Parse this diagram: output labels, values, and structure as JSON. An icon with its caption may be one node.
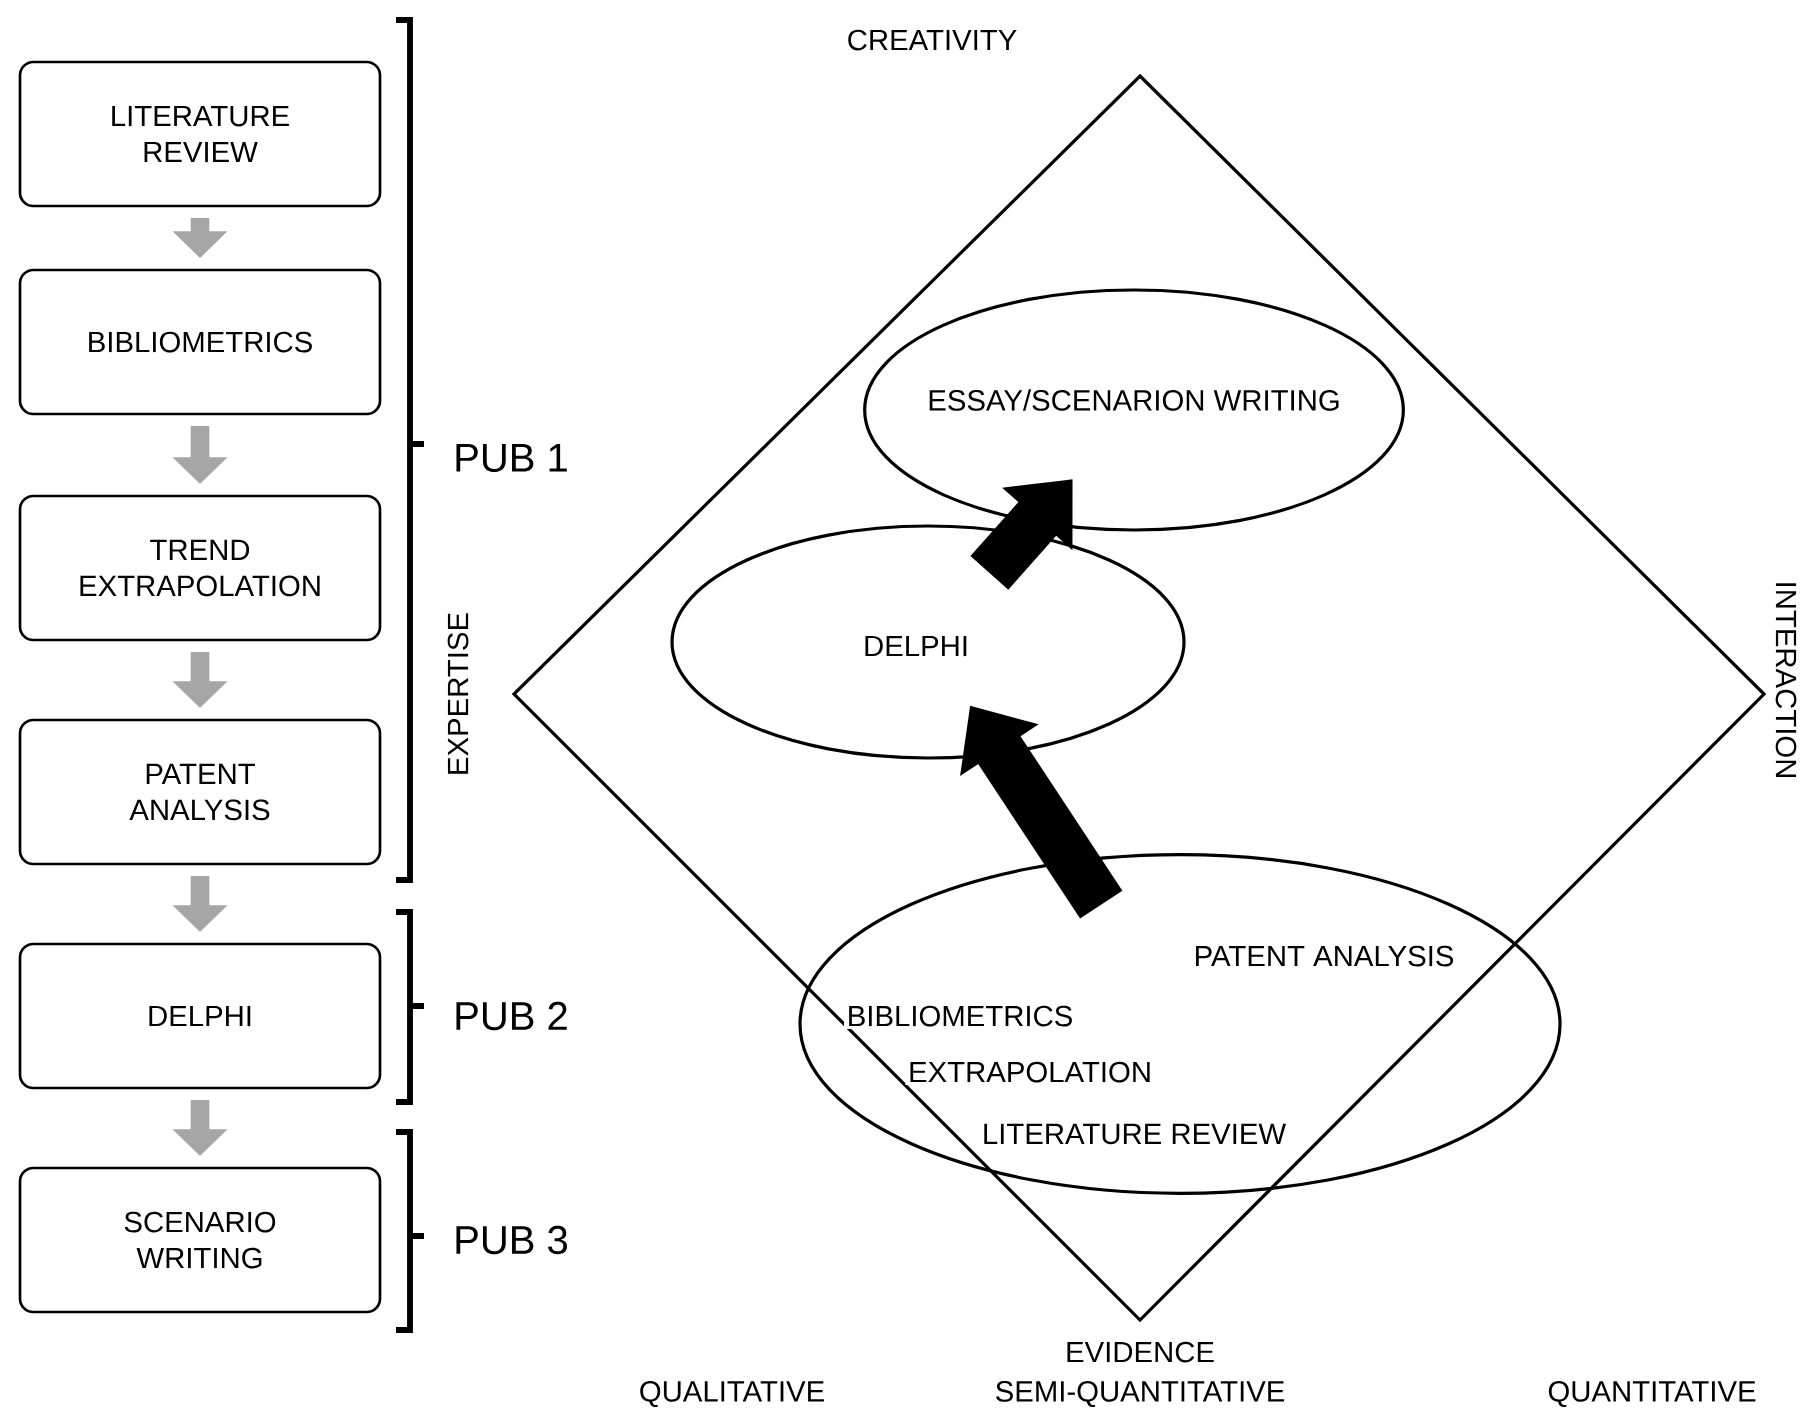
{
  "diagram": {
    "nodes": [
      {
        "text": [
          "LITERATURE REVIEW"
        ]
      },
      {
        "text": [
          "BIBLIOMETRICS"
        ]
      },
      {
        "text": [
          "TREND EXTRAPOLATION"
        ]
      },
      {
        "text": [
          "PATENT ANALYSIS"
        ]
      },
      {
        "text": [
          "DELPHI"
        ]
      },
      {
        "text": [
          "SCENARIO WRITING"
        ]
      },
      {
        "text": [
          "ESSAY/SCENARION WRITING"
        ]
      },
      {
        "text": [
          "DELPHI"
        ]
      },
      {
        "text": [
          "PATENT ANALYSIS",
          "BIBLIOMETRICS",
          "EXTRAPOLATION",
          "LITERATURE REVIEW"
        ]
      }
    ],
    "edges": [
      {
        "from": 0,
        "to": 1,
        "arrow": "to"
      },
      {
        "from": 1,
        "to": 2,
        "arrow": "to"
      },
      {
        "from": 2,
        "to": 3,
        "arrow": "to"
      },
      {
        "from": 3,
        "to": 4,
        "arrow": "to"
      },
      {
        "from": 4,
        "to": 5,
        "arrow": "to"
      },
      {
        "from": 8,
        "to": 7,
        "arrow": "to",
        "style": "thick",
        "color": "#000000"
      },
      {
        "from": 7,
        "to": 6,
        "arrow": "to",
        "style": "thick",
        "color": "#000000"
      }
    ],
    "labels": [
      "CREATIVITY",
      "PUB 1",
      "EXPERTISE",
      "INTERACTION",
      "PUB 2",
      "PUB 3",
      "EVIDENCE",
      "QUALITATIVE",
      "SEMI-QUANTITATIVE",
      "QUANTITATIVE"
    ]
  }
}
